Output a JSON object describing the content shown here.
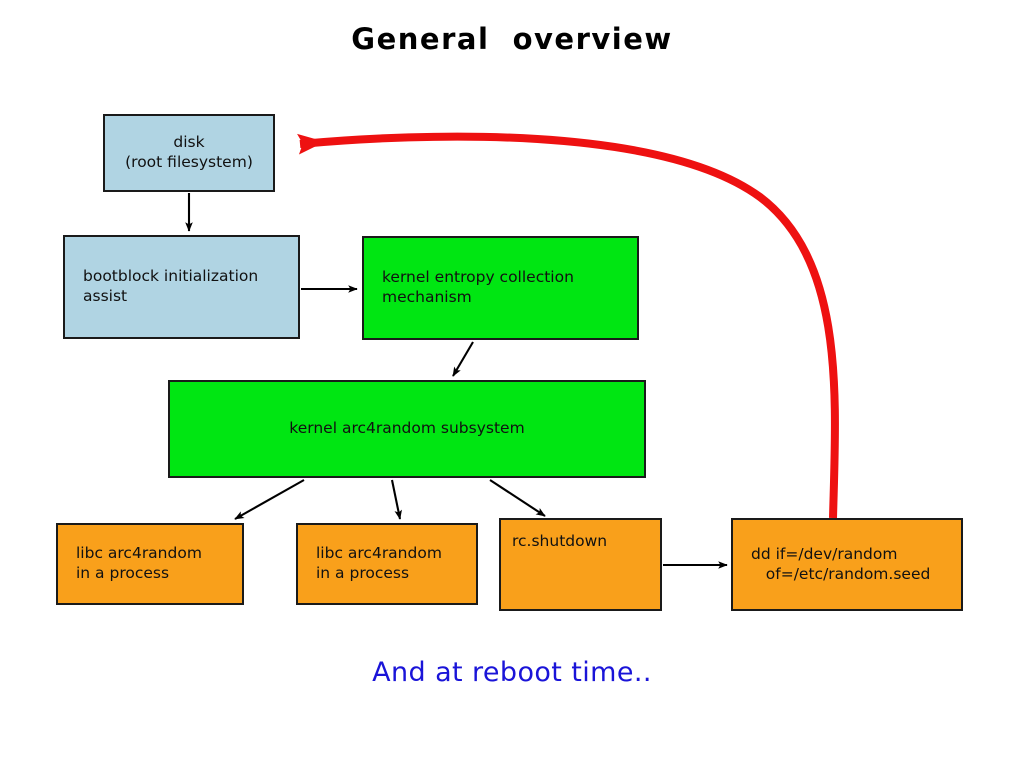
{
  "page": {
    "title": "General  overview",
    "footnote": "And at reboot time..",
    "background": "#ffffff",
    "title_color": "#000000",
    "footnote_color": "#1a14d8"
  },
  "palette": {
    "blue": "#b0d4e3",
    "green": "#00e612",
    "orange": "#f9a01b",
    "outline": "#1a1a1a",
    "arrow_black": "#000000",
    "arrow_red": "#ee1111"
  },
  "nodes": {
    "disk": {
      "label": "disk\n(root filesystem)",
      "color": "#b0d4e3",
      "align": "center"
    },
    "bootblock": {
      "label": "bootblock initialization\nassist",
      "color": "#b0d4e3",
      "align": "leftmid"
    },
    "entropy": {
      "label": "kernel entropy collection\nmechanism",
      "color": "#00e612",
      "align": "leftmid"
    },
    "subsystem": {
      "label": "kernel arc4random subsystem",
      "color": "#00e612",
      "align": "center"
    },
    "libc1": {
      "label": "libc arc4random\nin a process",
      "color": "#f9a01b",
      "align": "leftmid"
    },
    "libc2": {
      "label": "libc arc4random\nin a process",
      "color": "#f9a01b",
      "align": "leftmid"
    },
    "rcshutdown": {
      "label": "rc.shutdown",
      "color": "#f9a01b",
      "align": "lefttop"
    },
    "dd": {
      "label": "dd if=/dev/random\n   of=/etc/random.seed",
      "color": "#f9a01b",
      "align": "leftmid"
    }
  },
  "edges": [
    {
      "name": "disk-to-bootblock",
      "from": "disk",
      "to": "bootblock",
      "style": "black-arrow"
    },
    {
      "name": "bootblock-to-entropy",
      "from": "bootblock",
      "to": "entropy",
      "style": "black-arrow"
    },
    {
      "name": "entropy-to-subsystem",
      "from": "entropy",
      "to": "subsystem",
      "style": "black-arrow"
    },
    {
      "name": "subsystem-to-libc1",
      "from": "subsystem",
      "to": "libc1",
      "style": "black-arrow"
    },
    {
      "name": "subsystem-to-libc2",
      "from": "subsystem",
      "to": "libc2",
      "style": "black-arrow"
    },
    {
      "name": "subsystem-to-rcshutdown",
      "from": "subsystem",
      "to": "rcshutdown",
      "style": "black-arrow"
    },
    {
      "name": "rcshutdown-to-dd",
      "from": "rcshutdown",
      "to": "dd",
      "style": "black-arrow"
    },
    {
      "name": "dd-to-disk-reboot",
      "from": "dd",
      "to": "disk",
      "style": "red-curved-arrow"
    }
  ]
}
